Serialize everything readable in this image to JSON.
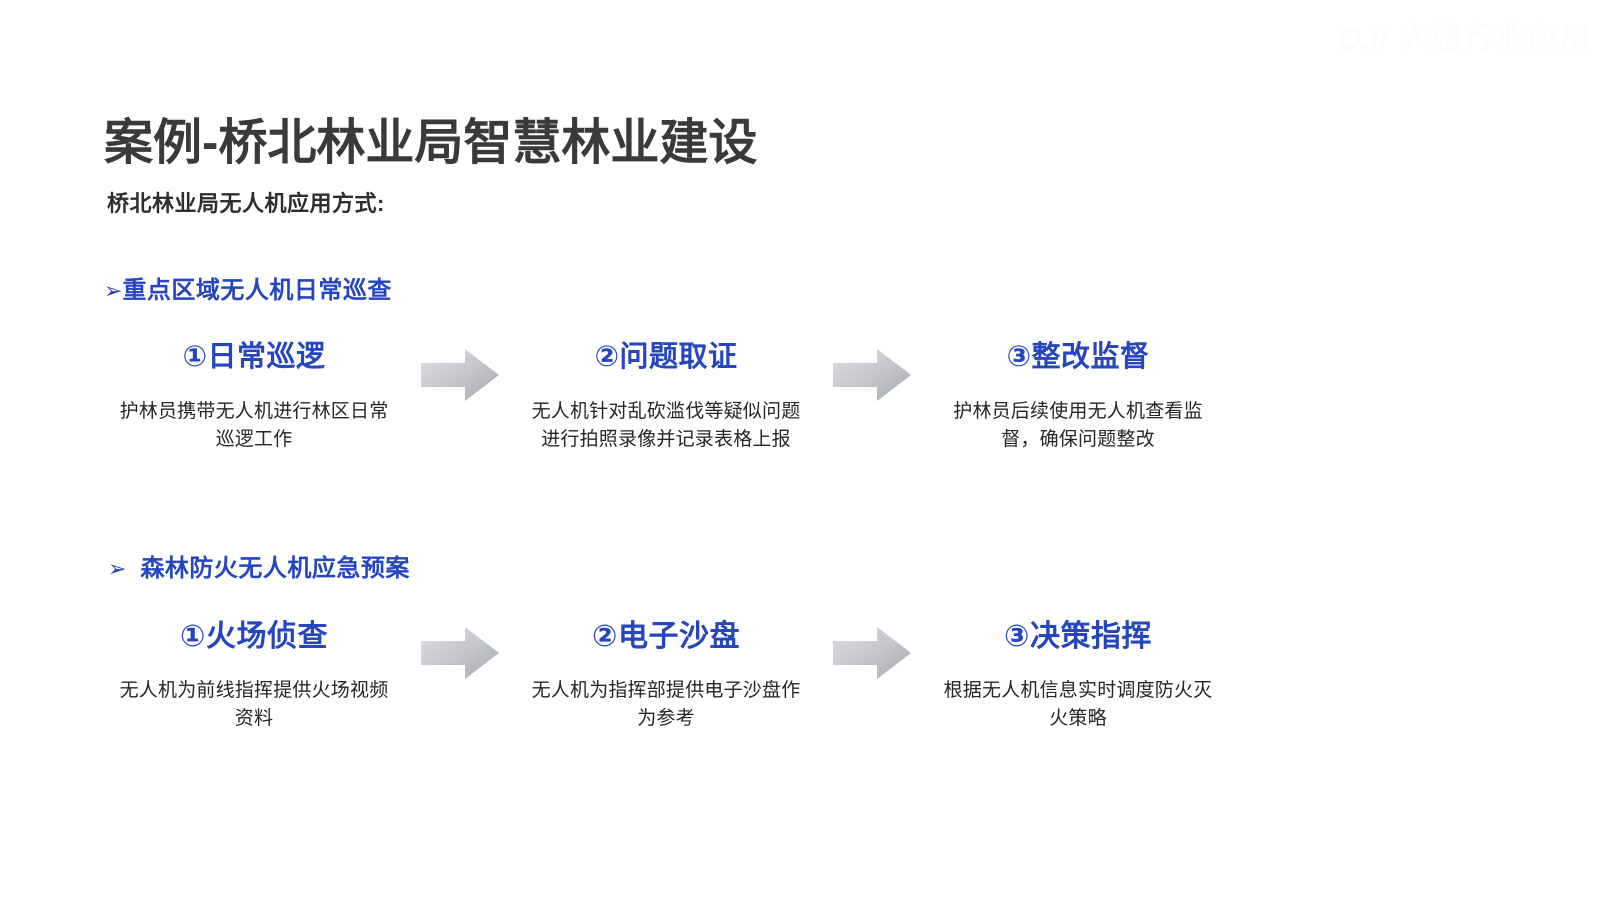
{
  "watermark": {
    "logo_text": "DJI",
    "brand_text": "大疆行业应用"
  },
  "header": {
    "title": "案例-桥北林业局智慧林业建设",
    "subtitle": "桥北林业局无人机应用方式:"
  },
  "colors": {
    "accent_blue": "#2546BE",
    "title_dark": "#3A3A3A",
    "body_text": "#262626",
    "arrow_gray_light": "#D2D4D8",
    "arrow_gray_dark": "#A7AAB0",
    "background": "#FFFFFF"
  },
  "sections": [
    {
      "bullet": "➢",
      "heading": "重点区域无人机日常巡查",
      "steps": [
        {
          "title": "①日常巡逻",
          "desc": "护林员携带无人机进行林区日常巡逻工作"
        },
        {
          "title": "②问题取证",
          "desc": "无人机针对乱砍滥伐等疑似问题进行拍照录像并记录表格上报"
        },
        {
          "title": "③整改监督",
          "desc": "护林员后续使用无人机查看监督，确保问题整改"
        }
      ],
      "connector_icon": "right-arrow-icon"
    },
    {
      "bullet": "➢",
      "heading": "森林防火无人机应急预案",
      "steps": [
        {
          "title": "①火场侦查",
          "desc": "无人机为前线指挥提供火场视频资料"
        },
        {
          "title": "②电子沙盘",
          "desc": "无人机为指挥部提供电子沙盘作为参考"
        },
        {
          "title": "③决策指挥",
          "desc": "根据无人机信息实时调度防火灭火策略"
        }
      ],
      "connector_icon": "right-arrow-icon"
    }
  ]
}
